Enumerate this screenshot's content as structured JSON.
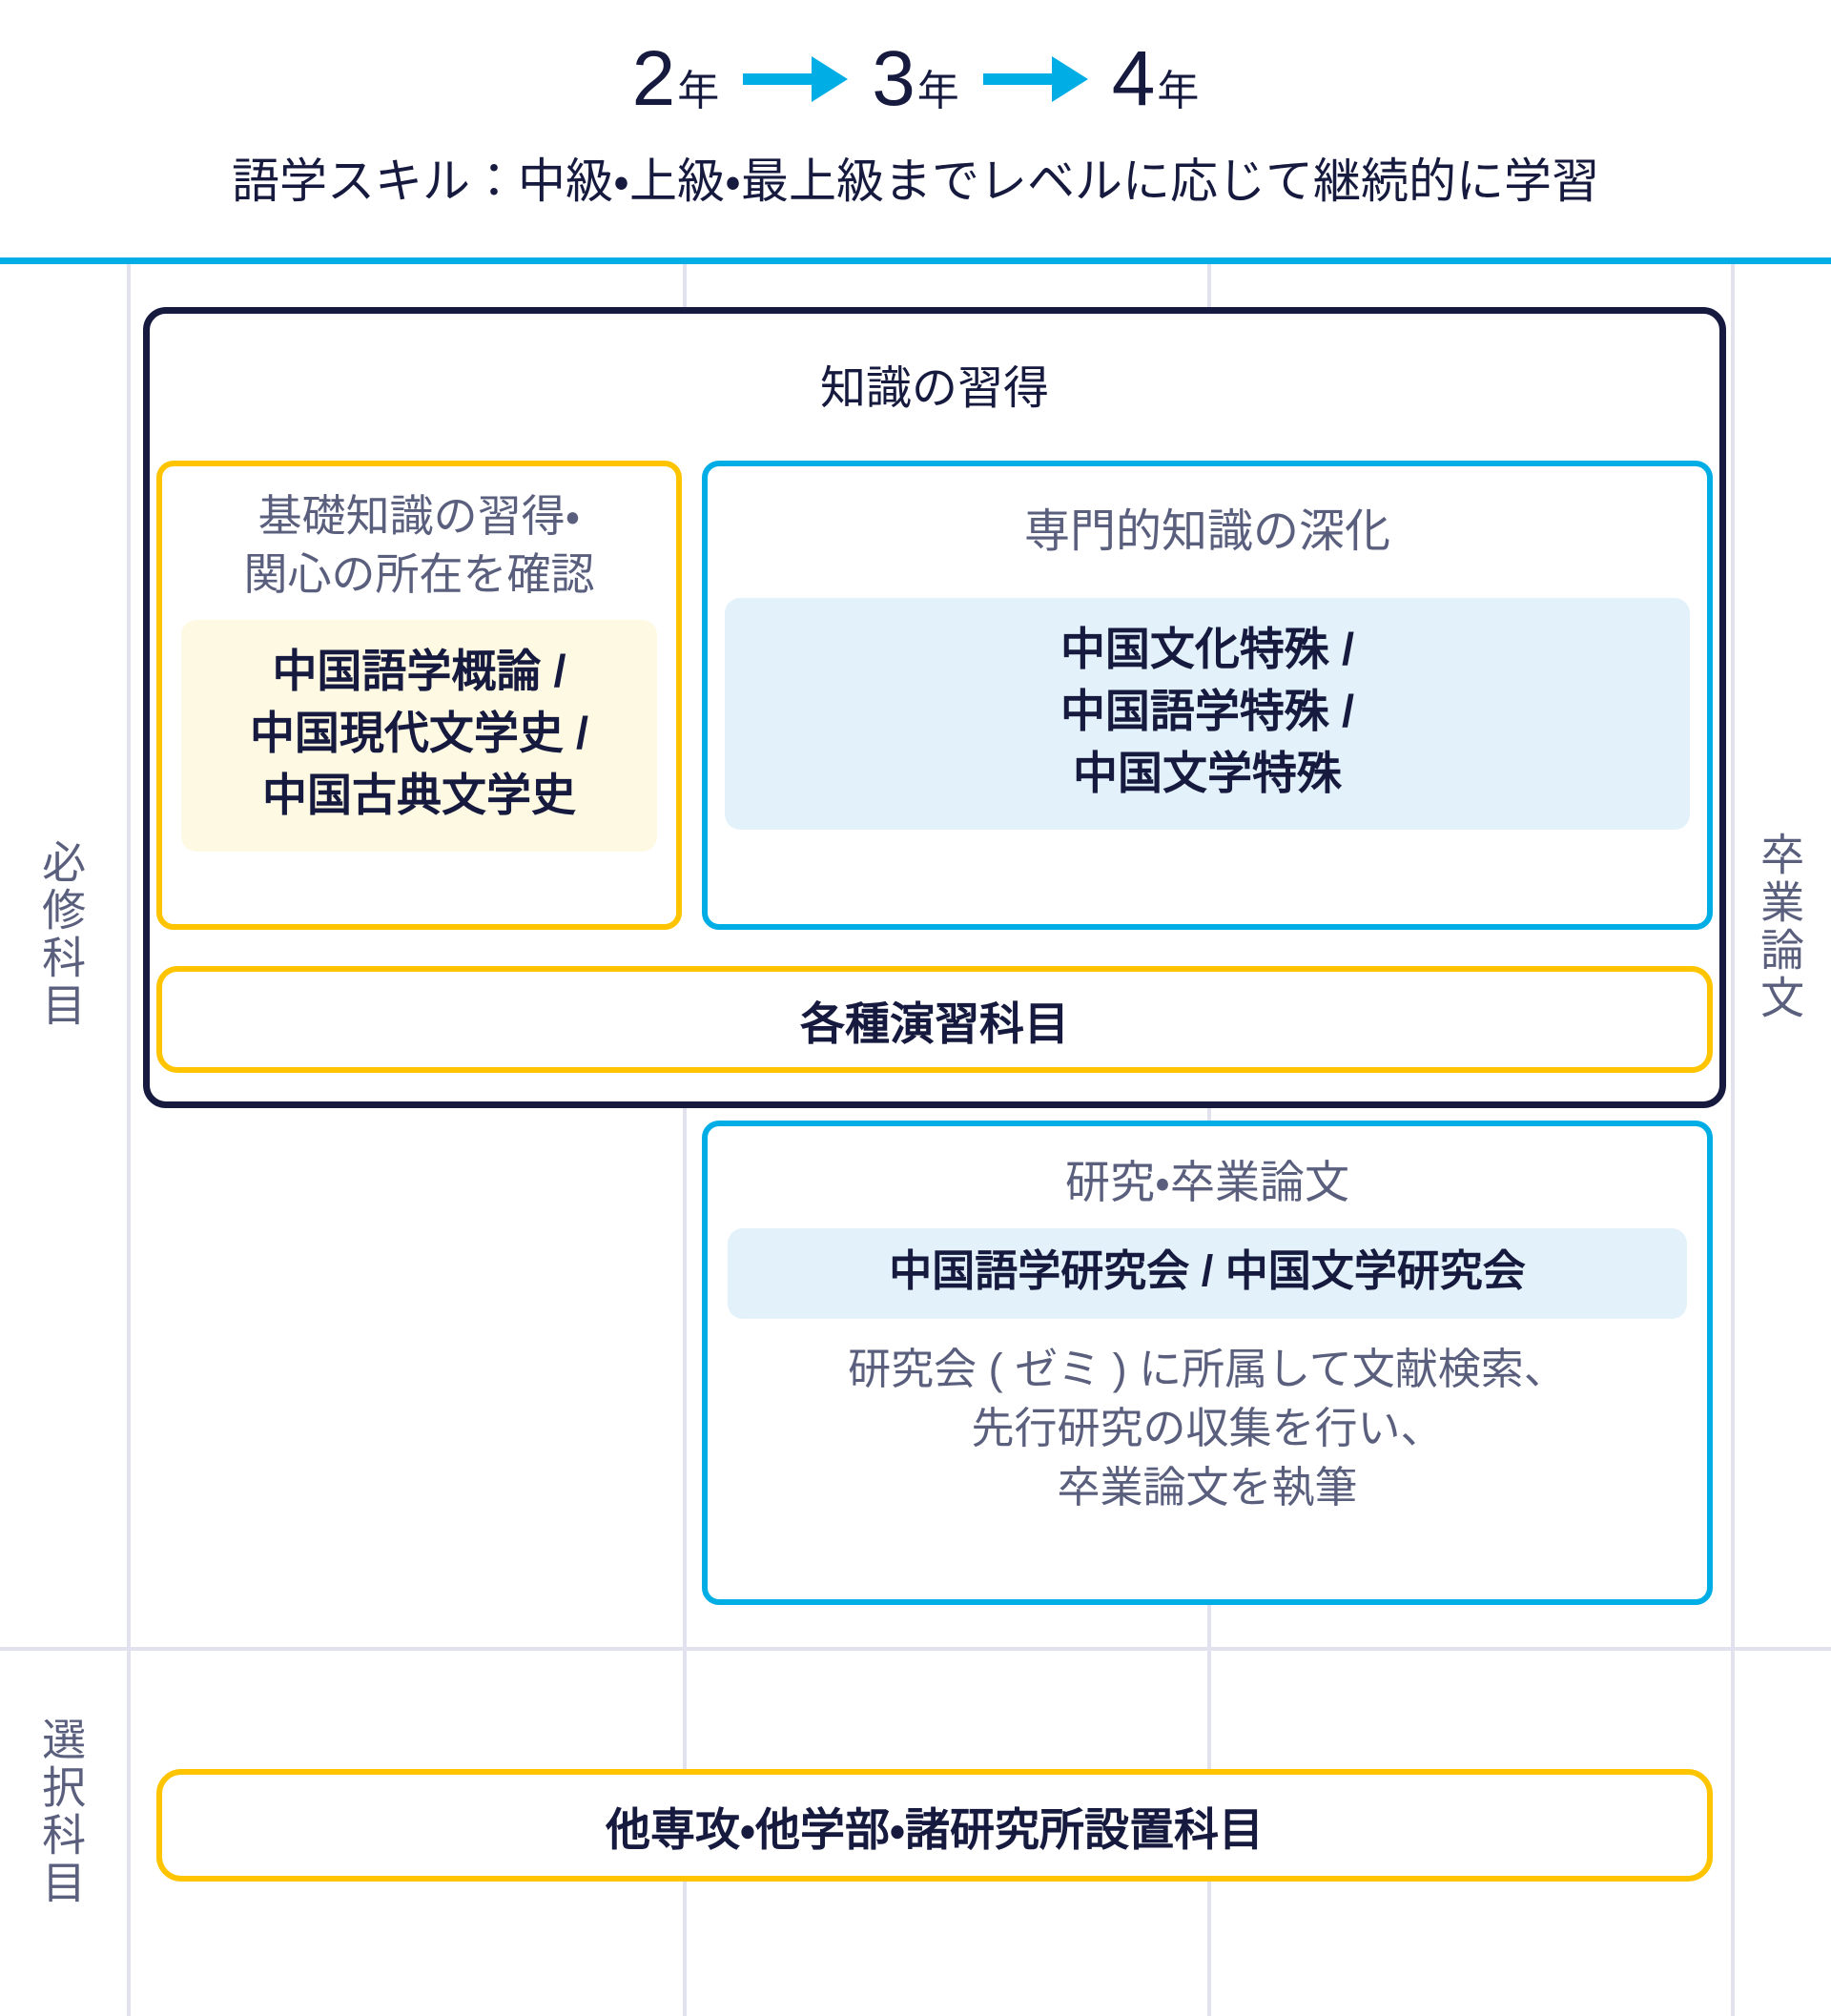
{
  "header": {
    "years": [
      {
        "number": "2",
        "unit": "年"
      },
      {
        "number": "3",
        "unit": "年"
      },
      {
        "number": "4",
        "unit": "年"
      }
    ],
    "arrow_icon": "arrow-right-icon",
    "subtitle": "語学スキル：中級・上級・最上級までレベルに応じて継続的に学習"
  },
  "side_labels": {
    "required": "必修科目",
    "thesis": "卒業論文",
    "elective": "選択科目"
  },
  "knowledge_section": {
    "title": "知識の習得",
    "basic": {
      "heading": "基礎知識の習得・\n関心の所在を確認",
      "courses": "中国語学概論 /\n中国現代文学史 /\n中国古典文学史"
    },
    "advanced": {
      "heading": "専門的知識の深化",
      "courses": "中国文化特殊 /\n中国語学特殊 /\n中国文学特殊"
    },
    "seminar_bar": "各種演習科目"
  },
  "research_section": {
    "heading": "研究・卒業論文",
    "seminars": "中国語学研究会 / 中国文学研究会",
    "description": "研究会 ( ゼミ ) に所属して文献検索、\n先行研究の収集を行い、\n卒業論文を執筆"
  },
  "elective_section": {
    "bar": "他専攻・他学部・諸研究所設置科目"
  },
  "colors": {
    "navy": "#161A3E",
    "cyan": "#00ADE4",
    "yellow": "#FFC400",
    "slate": "#5A5F7D",
    "cream_fill": "#FDF9E2",
    "blue_fill": "#E3F2FA",
    "grid_line": "#E2E2EE"
  }
}
